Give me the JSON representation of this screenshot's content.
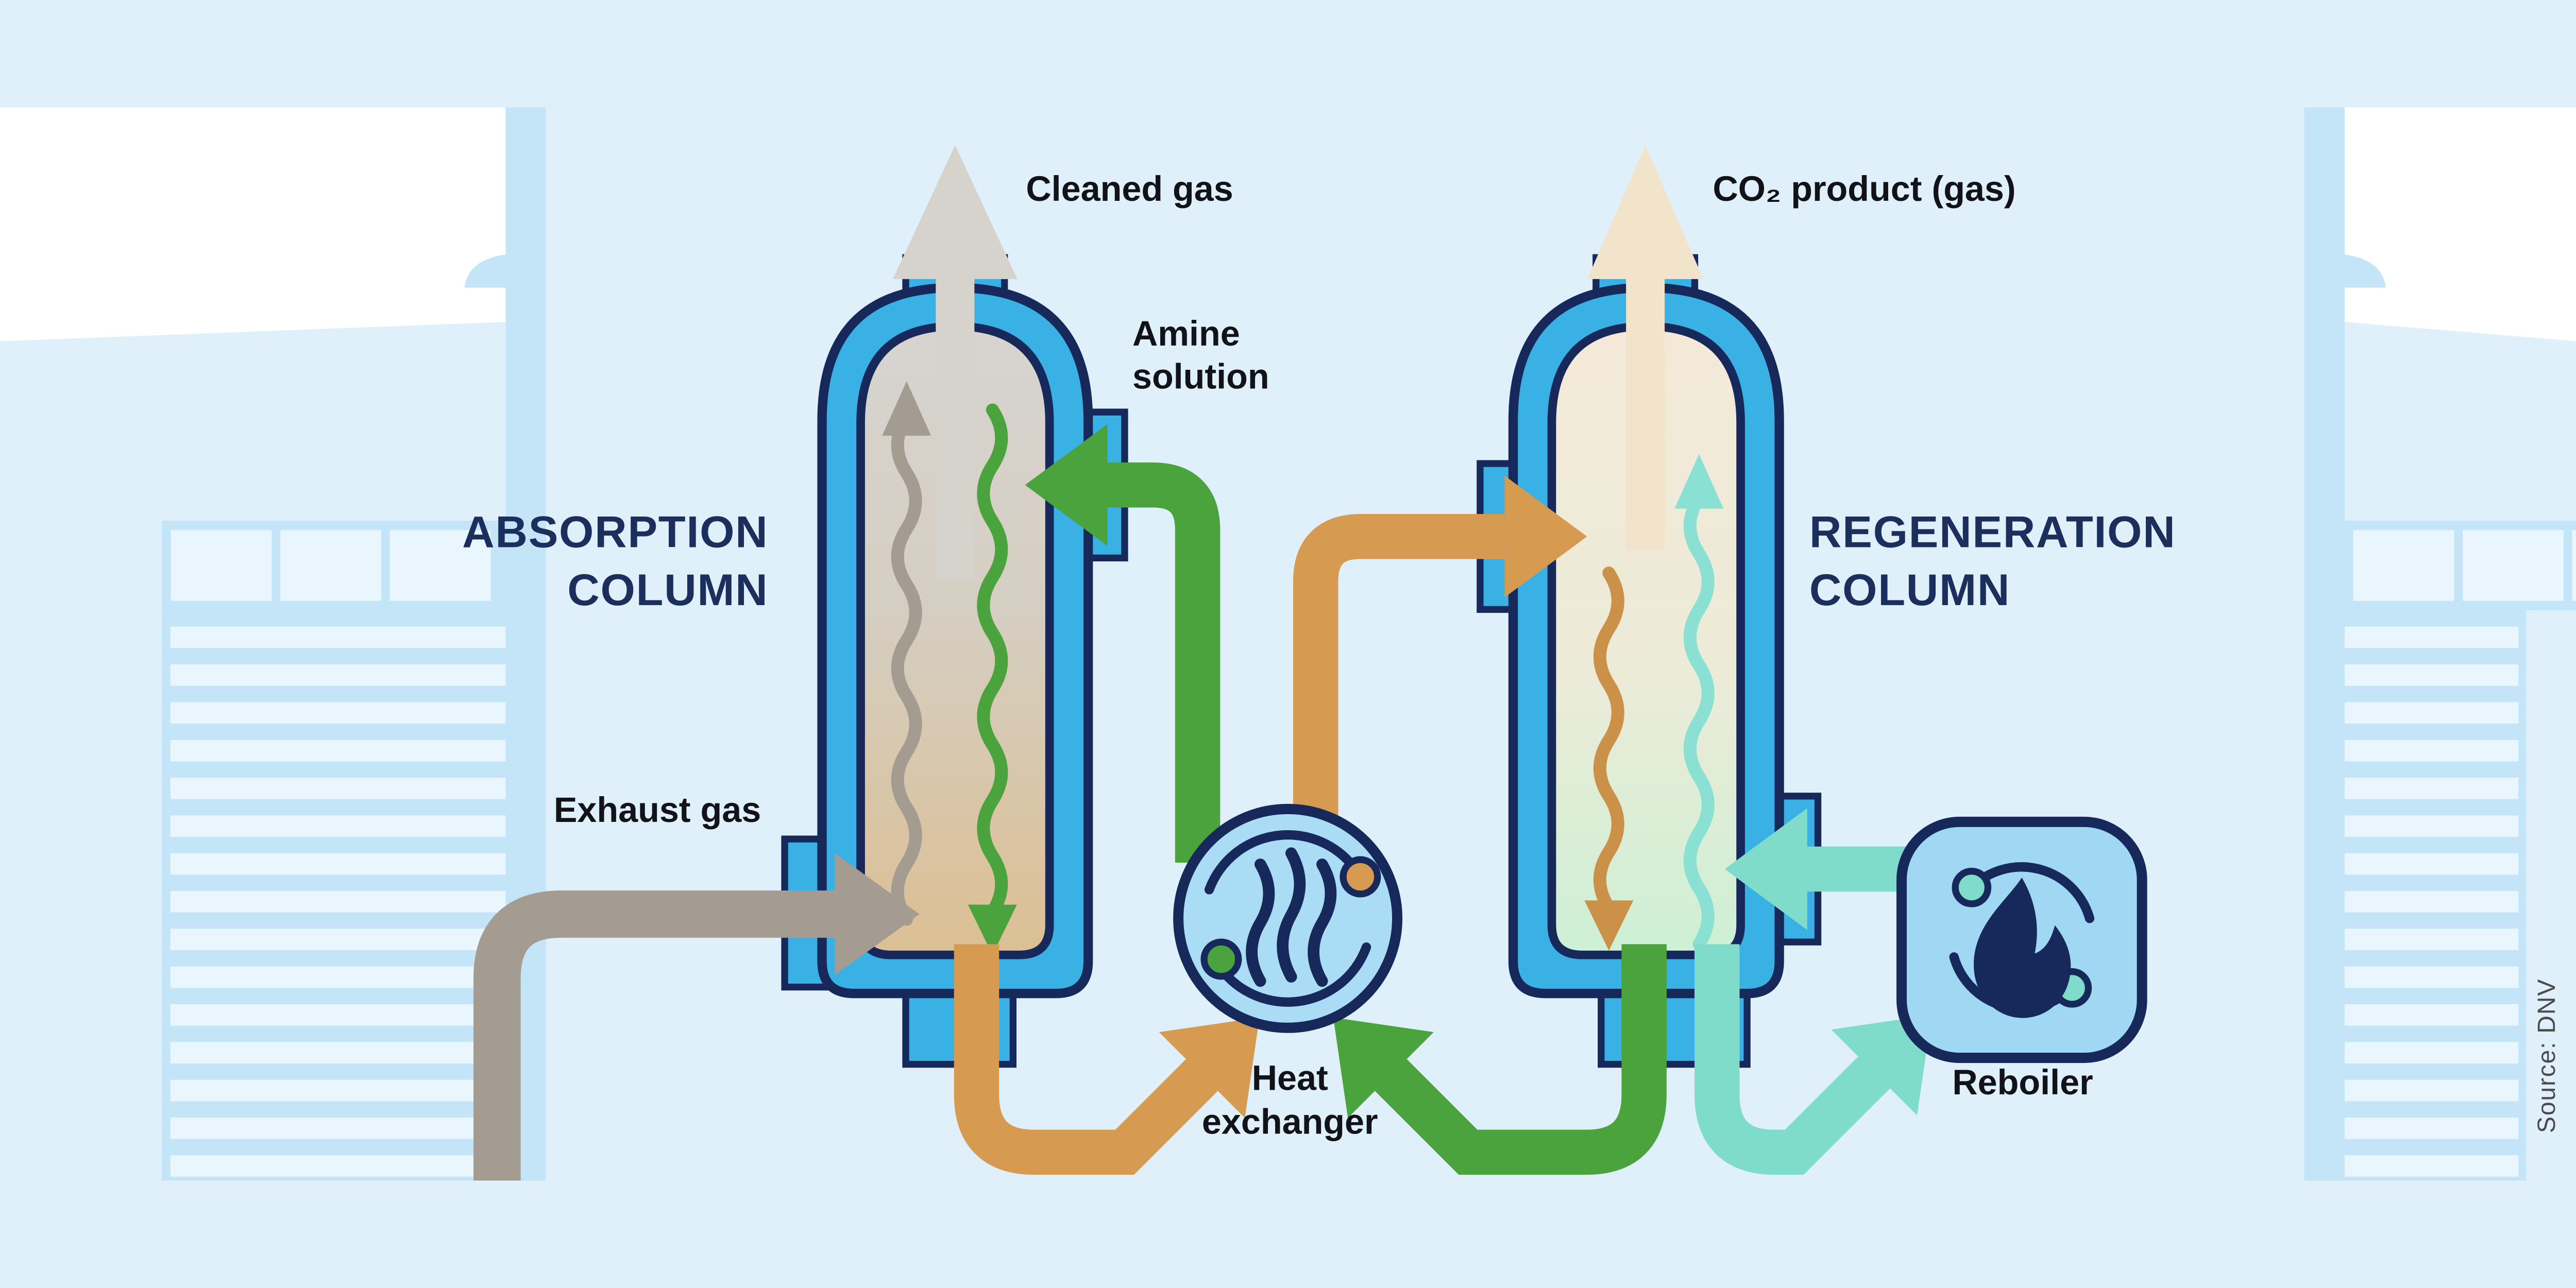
{
  "diagram": {
    "type": "process-flow",
    "subject": "Amine-based carbon capture process"
  },
  "titles": {
    "absorption_line1": "ABSORPTION",
    "absorption_line2": "COLUMN",
    "regeneration_line1": "REGENERATION",
    "regeneration_line2": "COLUMN"
  },
  "labels": {
    "cleaned_gas": "Cleaned gas",
    "co2_product": "CO₂ product (gas)",
    "amine_line1": "Amine",
    "amine_line2": "solution",
    "exhaust_gas": "Exhaust gas",
    "heat_line1": "Heat",
    "heat_line2": "exchanger",
    "reboiler": "Reboiler",
    "source": "Source: DNV"
  },
  "colors": {
    "bg": "#dff0fa",
    "white": "#ffffff",
    "panel": "#c4e5f7",
    "panel_light": "#e9f6fd",
    "wall": "#3ab1e5",
    "navy": "#16295a",
    "title": "#1b2e5c",
    "ink": "#111318",
    "green": "#4ba33d",
    "orange": "#d69a50",
    "teal": "#7fdccb",
    "gray_pipe": "#a59c91",
    "gray_arrow": "#d6d3cc",
    "cream": "#f2e3cb",
    "hx": "#aadcf5",
    "reboiler_fill": "#a0d8f3",
    "source": "#4b4b4b",
    "abs_top": "#d7d4d0",
    "abs_bot": "#dcbf93",
    "regen_top": "#f4e9d8",
    "regen_bot": "#cdf0d5"
  }
}
